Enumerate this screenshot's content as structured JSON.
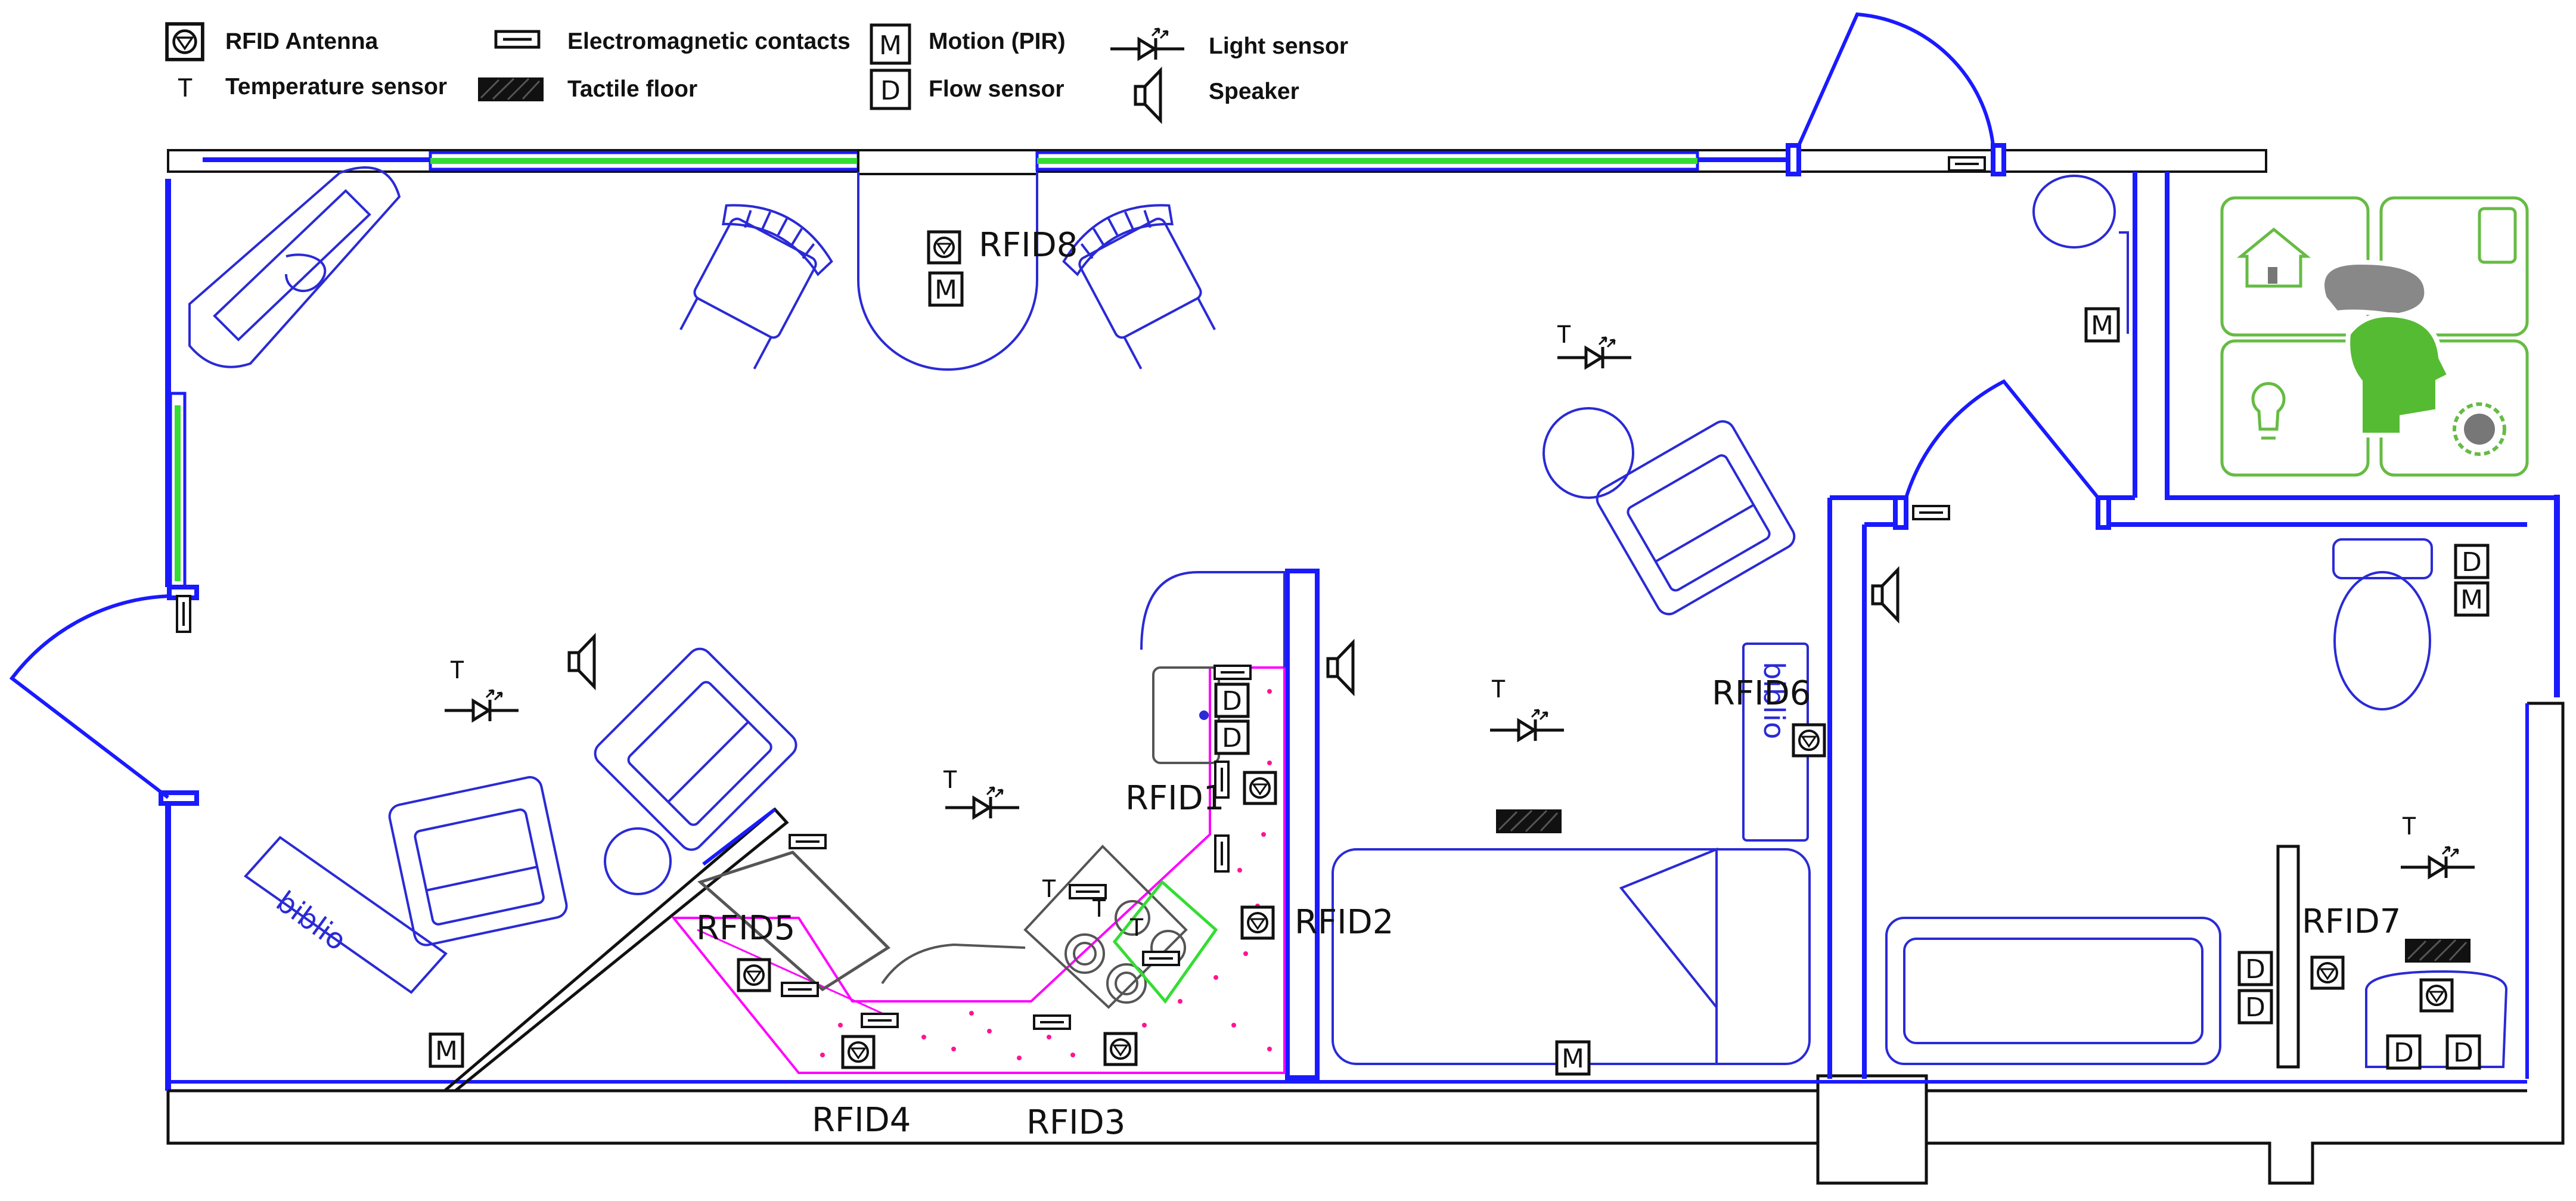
{
  "legend": {
    "rfid_antenna": "RFID Antenna",
    "temperature_sensor": "Temperature sensor",
    "electromagnetic_contacts": "Electromagnetic contacts",
    "tactile_floor": "Tactile floor",
    "motion_pir": "Motion (PIR)",
    "flow_sensor": "Flow sensor",
    "light_sensor": "Light sensor",
    "speaker": "Speaker",
    "motion_symbol": "M",
    "flow_symbol": "D",
    "temperature_symbol": "T"
  },
  "rfid_labels": {
    "rfid1": "RFID1",
    "rfid2": "RFID2",
    "rfid3": "RFID3",
    "rfid4": "RFID4",
    "rfid5": "RFID5",
    "rfid6": "RFID6",
    "rfid7": "RFID7",
    "rfid8": "RFID8"
  },
  "furniture_text": {
    "bookshelf_living": "biblio",
    "bookshelf_bedroom": "biblio"
  },
  "colors": {
    "wall": "#1a1aff",
    "furniture": "#2a2ad6",
    "window": "#33dd33",
    "kitchen_outline": "#ff00ff",
    "logo": "#66bb44",
    "symbols": "#111111"
  },
  "icons": [
    "rfid-antenna-icon",
    "motion-sensor-icon",
    "flow-sensor-icon",
    "temperature-sensor-icon",
    "light-sensor-icon",
    "speaker-icon",
    "contact-sensor-icon",
    "tactile-floor-icon",
    "smart-home-logo"
  ]
}
